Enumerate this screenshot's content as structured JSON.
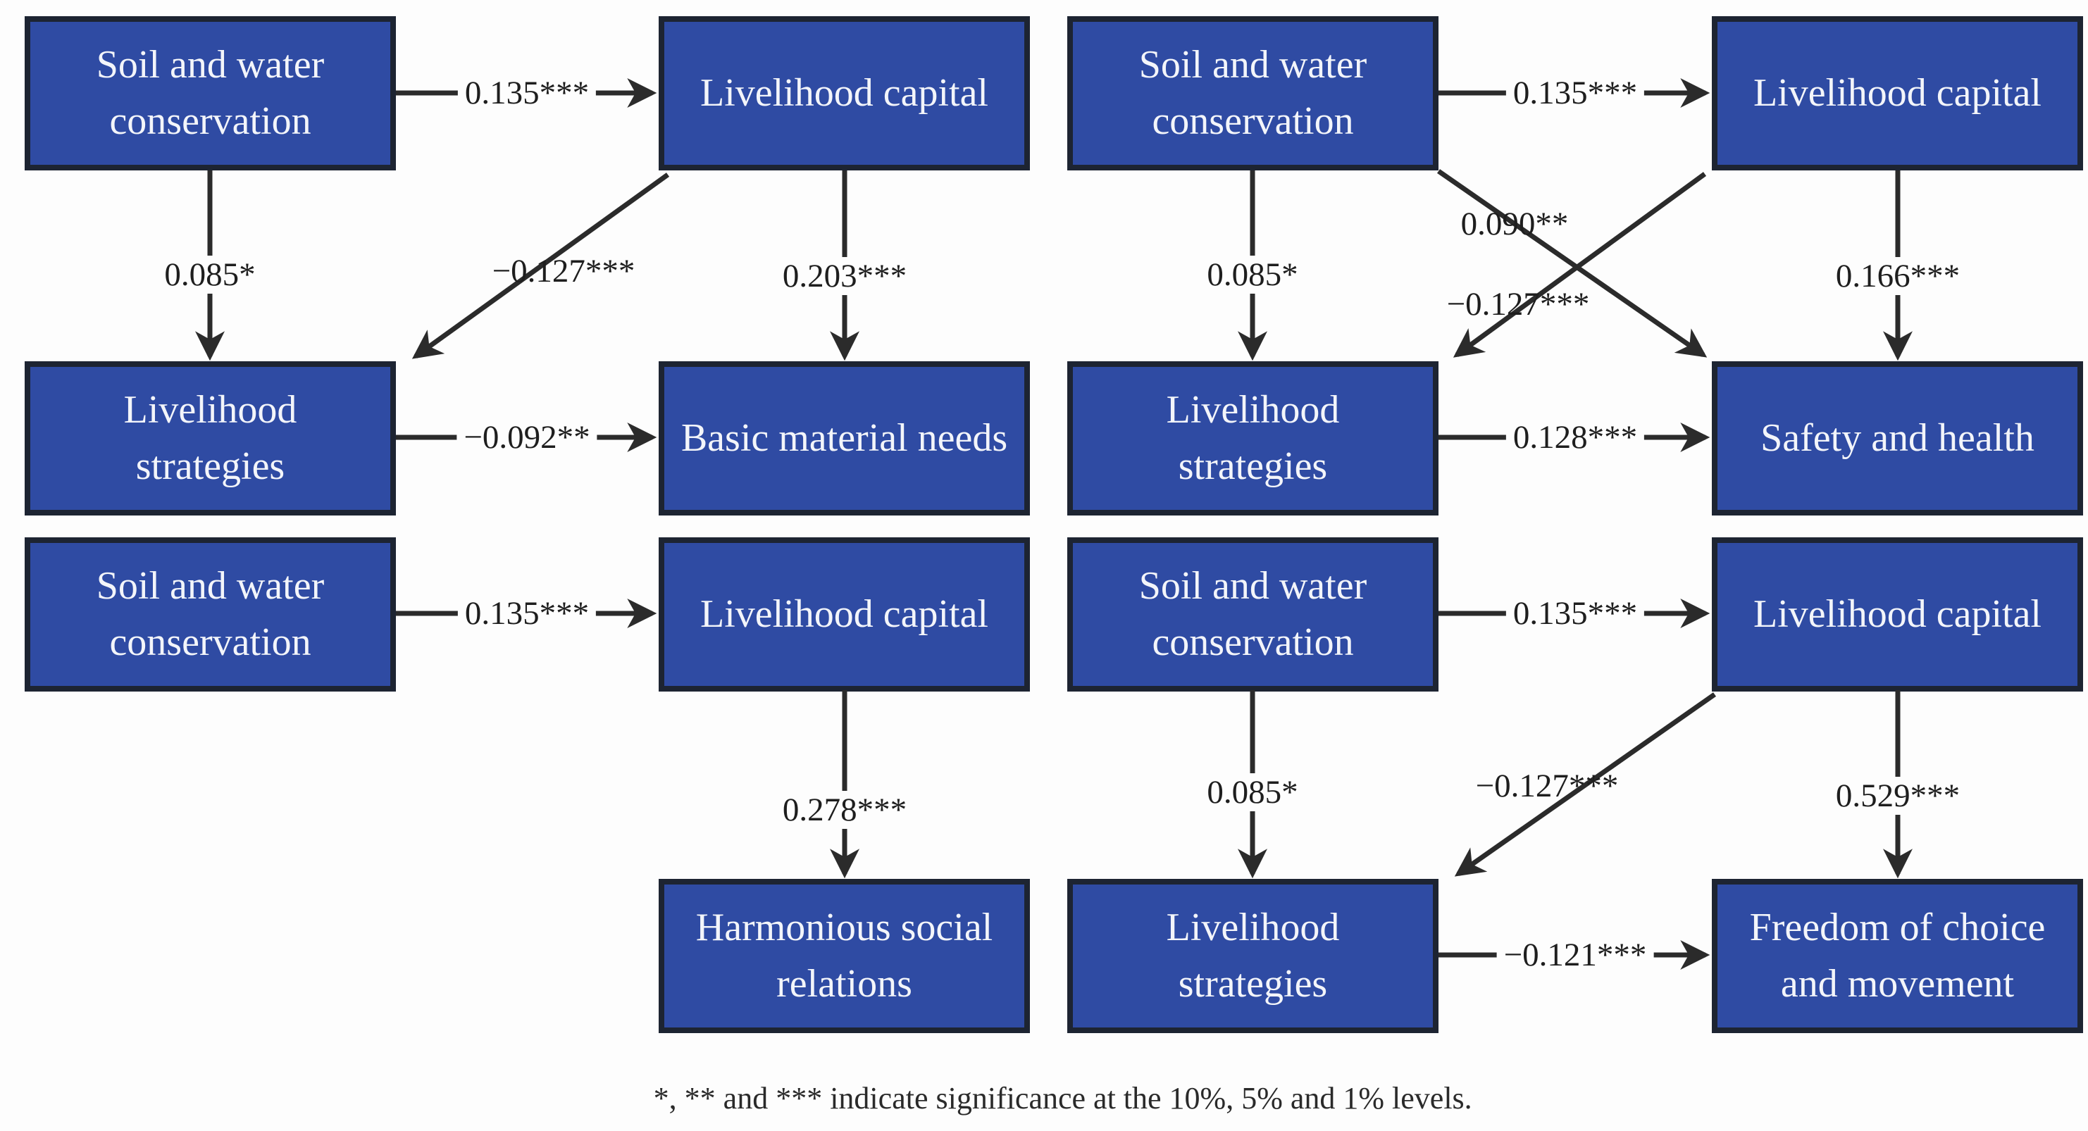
{
  "diagram": {
    "colors": {
      "node_fill": "#2F4BA3",
      "node_border": "#1D2432",
      "node_text": "#F3F5FA",
      "arrow": "#2B2B2B",
      "coefficient_text": "#1E1E1E",
      "background": "#FDFDFD"
    },
    "panels": [
      {
        "nodes": [
          {
            "label": "Soil and water conservation"
          },
          {
            "label": "Livelihood capital"
          },
          {
            "label": "Livelihood strategies"
          },
          {
            "label": "Basic material needs"
          }
        ],
        "edges": [
          {
            "from": "Soil and water conservation",
            "to": "Livelihood capital",
            "coef": "0.135***"
          },
          {
            "from": "Soil and water conservation",
            "to": "Livelihood strategies",
            "coef": "0.085*"
          },
          {
            "from": "Livelihood capital",
            "to": "Livelihood strategies",
            "coef": "−0.127***"
          },
          {
            "from": "Livelihood capital",
            "to": "Basic material needs",
            "coef": "0.203***"
          },
          {
            "from": "Livelihood strategies",
            "to": "Basic material needs",
            "coef": "−0.092**"
          }
        ]
      },
      {
        "nodes": [
          {
            "label": "Soil and water conservation"
          },
          {
            "label": "Livelihood capital"
          },
          {
            "label": "Livelihood strategies"
          },
          {
            "label": "Safety and health"
          }
        ],
        "edges": [
          {
            "from": "Soil and water conservation",
            "to": "Livelihood capital",
            "coef": "0.135***"
          },
          {
            "from": "Soil and water conservation",
            "to": "Livelihood strategies",
            "coef": "0.085*"
          },
          {
            "from": "Soil and water conservation",
            "to": "Safety and health",
            "coef": "0.090**"
          },
          {
            "from": "Livelihood capital",
            "to": "Livelihood strategies",
            "coef": "−0.127***"
          },
          {
            "from": "Livelihood capital",
            "to": "Safety and health",
            "coef": "0.166***"
          },
          {
            "from": "Livelihood strategies",
            "to": "Safety and health",
            "coef": "0.128***"
          }
        ]
      },
      {
        "nodes": [
          {
            "label": "Soil and water conservation"
          },
          {
            "label": "Livelihood capital"
          },
          {
            "label": "Harmonious social relations"
          }
        ],
        "edges": [
          {
            "from": "Soil and water conservation",
            "to": "Livelihood capital",
            "coef": "0.135***"
          },
          {
            "from": "Livelihood capital",
            "to": "Harmonious social relations",
            "coef": "0.278***"
          }
        ]
      },
      {
        "nodes": [
          {
            "label": "Soil and water conservation"
          },
          {
            "label": "Livelihood capital"
          },
          {
            "label": "Livelihood strategies"
          },
          {
            "label": "Freedom of choice and movement"
          }
        ],
        "edges": [
          {
            "from": "Soil and water conservation",
            "to": "Livelihood capital",
            "coef": "0.135***"
          },
          {
            "from": "Soil and water conservation",
            "to": "Livelihood strategies",
            "coef": "0.085*"
          },
          {
            "from": "Livelihood capital",
            "to": "Livelihood strategies",
            "coef": "−0.127***"
          },
          {
            "from": "Livelihood capital",
            "to": "Freedom of choice and movement",
            "coef": "0.529***"
          },
          {
            "from": "Livelihood strategies",
            "to": "Freedom of choice and movement",
            "coef": "−0.121***"
          }
        ]
      }
    ],
    "footnote": "*, ** and *** indicate significance at the 10%, 5% and 1% levels."
  }
}
